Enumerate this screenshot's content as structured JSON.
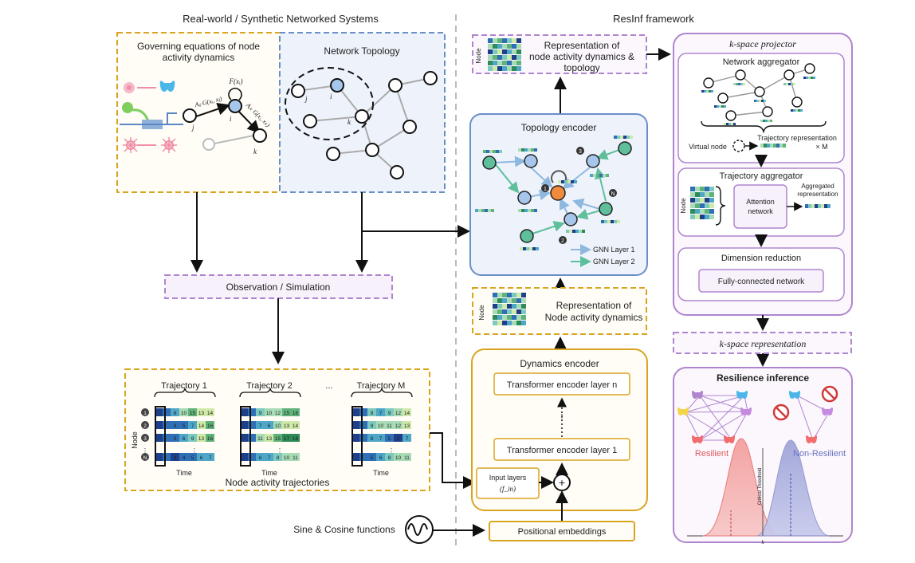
{
  "left": {
    "section_title": "Real-world / Synthetic Networked Systems",
    "governing_title_1": "Governing equations of node",
    "governing_title_2": "activity dynamics",
    "eq_self": "F(xᵢ)",
    "eq_ij": "Aᵢⱼ G(xᵢ, xⱼ)",
    "eq_ik": "Aᵢₖ G(xᵢ, xₖ)",
    "node_j": "j",
    "node_i": "i",
    "node_k": "k",
    "network_topology_title": "Network Topology",
    "observation_label": "Observation / Simulation",
    "trajectories": [
      {
        "title": "Trajectory 1",
        "rows": [
          [
            "6",
            "10",
            "15",
            "13",
            "14"
          ],
          [
            "4",
            "5",
            "7",
            "14",
            "16"
          ],
          [
            "5",
            "6",
            "9",
            "13",
            "16"
          ],
          [
            "⋮",
            "",
            ""
          ],
          [
            "3",
            "4",
            "5",
            "6",
            "7"
          ]
        ]
      },
      {
        "title": "Trajectory  2",
        "rows": [
          [
            "9",
            "10",
            "12",
            "15",
            "16"
          ],
          [
            "7",
            "6",
            "10",
            "13",
            "14"
          ],
          [
            "11",
            "13",
            "15",
            "17",
            "18"
          ],
          [
            "⋮",
            "",
            ""
          ],
          [
            "6",
            "7",
            "8",
            "10",
            "11"
          ]
        ]
      },
      {
        "title": "Trajectory M",
        "rows": [
          [
            "8",
            "7",
            "9",
            "12",
            "14"
          ],
          [
            "9",
            "10",
            "11",
            "12",
            "13"
          ],
          [
            "6",
            "7",
            "5",
            "2",
            "7"
          ],
          [
            "⋮",
            "",
            ""
          ],
          [
            "5",
            "6",
            "8",
            "10",
            "11"
          ]
        ]
      }
    ],
    "ellipsis": "...",
    "node_axis": "Node",
    "time_axis": "Time",
    "row_labels": [
      "1",
      "2",
      "3",
      "⋮",
      "N"
    ],
    "trajectories_caption": "Node activity trajectories",
    "sine_label": "Sine & Cosine functions"
  },
  "middle": {
    "section_title": "ResInf framework",
    "rep_topology_1": "Representation of",
    "rep_topology_2": "node activity dynamics &",
    "rep_topology_3": "topology",
    "topology_encoder_title": "Topology encoder",
    "gnn_layer_1": "GNN Layer 1",
    "gnn_layer_2": "GNN Layer 2",
    "gnn_numbers": [
      "1",
      "2",
      "3",
      "N"
    ],
    "rep_dynamics_1": "Representation of",
    "rep_dynamics_2": "Node activity dynamics",
    "node_label": "Node",
    "dynamics_encoder_title": "Dynamics encoder",
    "transformer_n": "Transformer encoder layer n",
    "transformer_1": "Transformer encoder layer 1",
    "input_layers_1": "Input layers",
    "input_layers_2": "(f_in)",
    "plus": "+",
    "positional_embeddings": "Positional embeddings",
    "vdots": "⋮"
  },
  "right": {
    "kspace_projector_title": "k-space projector",
    "network_aggregator_title": "Network aggregator",
    "virtual_node": "Virtual node",
    "trajectory_representation": "Trajectory representation",
    "times_m": "× M",
    "trajectory_aggregator_title": "Trajectory aggregator",
    "attention_1": "Attention",
    "attention_2": "network",
    "aggregated_1": "Aggregated",
    "aggregated_2": "representation",
    "dimension_reduction_title": "Dimension reduction",
    "fully_connected": "Fully-connected network",
    "kspace_representation": "k-space representation",
    "resilience_inference_title": "Resilience inference",
    "resilient_label": "Resilient",
    "non_resilient_label": "Non-Resilient",
    "critical_threshold": "Critical Threshold",
    "k_axis": "k"
  },
  "colors": {
    "gold": "#d9a521",
    "purple": "#b085cf",
    "blue_frame": "#6a8fc7",
    "node_blue": "#a7c6ec",
    "node_teal": "#5fbf9b",
    "node_orange": "#f08a3c",
    "resilient": "#e87a7a",
    "non_resilient": "#8a8fc9"
  }
}
